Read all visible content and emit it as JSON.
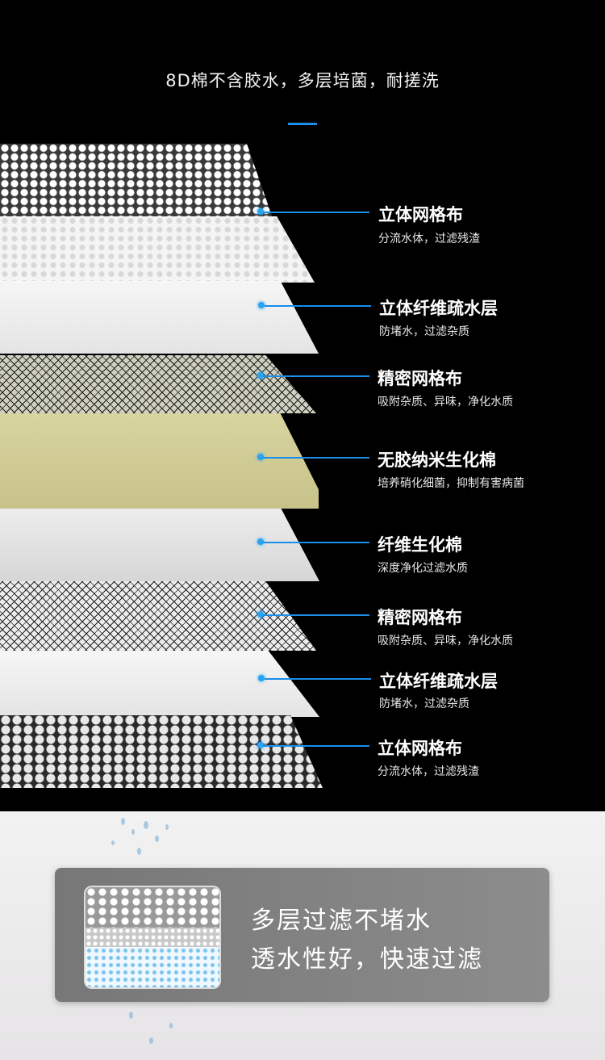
{
  "header": {
    "headline": "8D棉不含胶水，多层培菌，耐搓洗"
  },
  "layers": [
    {
      "title": "立体网格布",
      "desc": "分流水体，过滤残渣"
    },
    {
      "title": "立体纤维疏水层",
      "desc": "防堵水，过滤杂质"
    },
    {
      "title": "精密网格布",
      "desc": "吸附杂质、异味，净化水质"
    },
    {
      "title": "无胶纳米生化棉",
      "desc": "培养硝化细菌，抑制有害病菌"
    },
    {
      "title": "纤维生化棉",
      "desc": "深度净化过滤水质"
    },
    {
      "title": "精密网格布",
      "desc": "吸附杂质、异味，净化水质"
    },
    {
      "title": "立体纤维疏水层",
      "desc": "防堵水，过滤杂质"
    },
    {
      "title": "立体网格布",
      "desc": "分流水体，过滤残渣"
    }
  ],
  "panel": {
    "line1": "多层过滤不堵水",
    "line2": "透水性好，快速过滤"
  },
  "colors": {
    "accent": "#1a8ee8",
    "background": "#000000"
  }
}
